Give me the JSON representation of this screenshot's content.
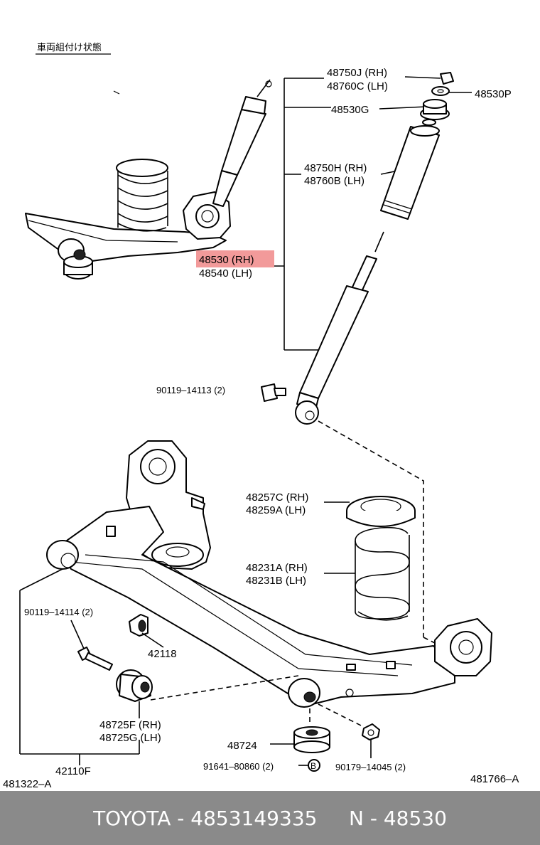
{
  "header_note": "車両組付け状態",
  "highlight_color": "#f29a9a",
  "labels": {
    "p48750J": "48750J (RH)",
    "p48760C": "48760C (LH)",
    "p48530P": "48530P",
    "p48530G": "48530G",
    "p48750H": "48750H (RH)",
    "p48760B": "48760B (LH)",
    "p48530RH": "48530 (RH)",
    "p48540LH": "48540 (LH)",
    "p90119_14113": "90119–14113 (2)",
    "p48257C": "48257C (RH)",
    "p48259A": "48259A (LH)",
    "p48231A": "48231A (RH)",
    "p48231B": "48231B (LH)",
    "p90119_14114": "90119–14114 (2)",
    "p42118": "42118",
    "p48725F": "48725F (RH)",
    "p48725G": "48725G (LH)",
    "p48724": "48724",
    "p91641": "91641–80860 (2)",
    "p90179": "90179–14045 (2)",
    "p42110F": "42110F",
    "p481322A": "481322–A",
    "p481766A": "481766–A",
    "circle_b": "B"
  },
  "footer": {
    "brand": "TOYOTA",
    "sep1": " - ",
    "part_number": "4853149335",
    "gap": "     ",
    "code_prefix": "N",
    "sep2": " - ",
    "code": "48530"
  }
}
